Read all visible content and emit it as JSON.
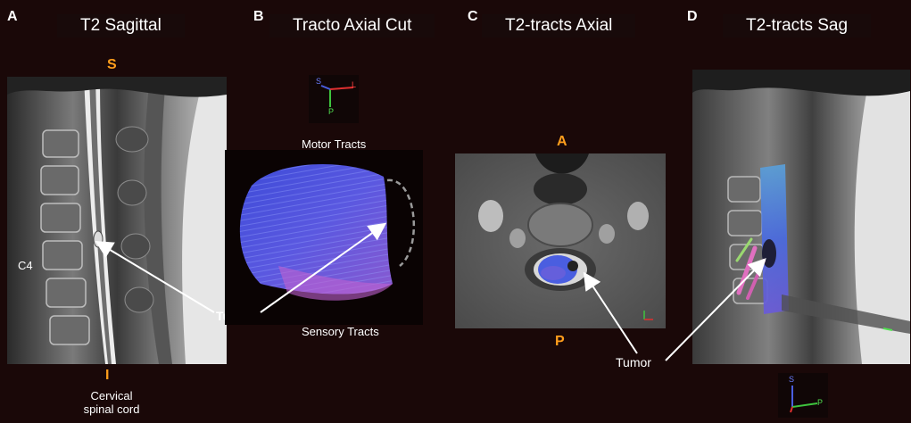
{
  "panels": {
    "a": {
      "letter": "A",
      "title": "T2 Sagittal",
      "top": "S",
      "bottom": "I",
      "level": "C4",
      "tumor": "Tumor",
      "caption_line1": "Cervical",
      "caption_line2": "spinal cord"
    },
    "b": {
      "letter": "B",
      "title": "Tracto Axial Cut",
      "motor": "Motor Tracts",
      "sensory": "Sensory Tracts",
      "axis_s": "S",
      "axis_l": "L",
      "axis_p": "P"
    },
    "c": {
      "letter": "C",
      "title": "T2-tracts Axial",
      "top": "A",
      "bottom": "P",
      "tumor": "Tumor"
    },
    "d": {
      "letter": "D",
      "title": "T2-tracts Sag",
      "axis_s": "S",
      "axis_p": "P"
    }
  },
  "colors": {
    "background": "#1a0808",
    "orientation_label": "#ff9e1c",
    "tract_blue": "#4a5ee0",
    "tract_magenta": "#c060d0"
  }
}
